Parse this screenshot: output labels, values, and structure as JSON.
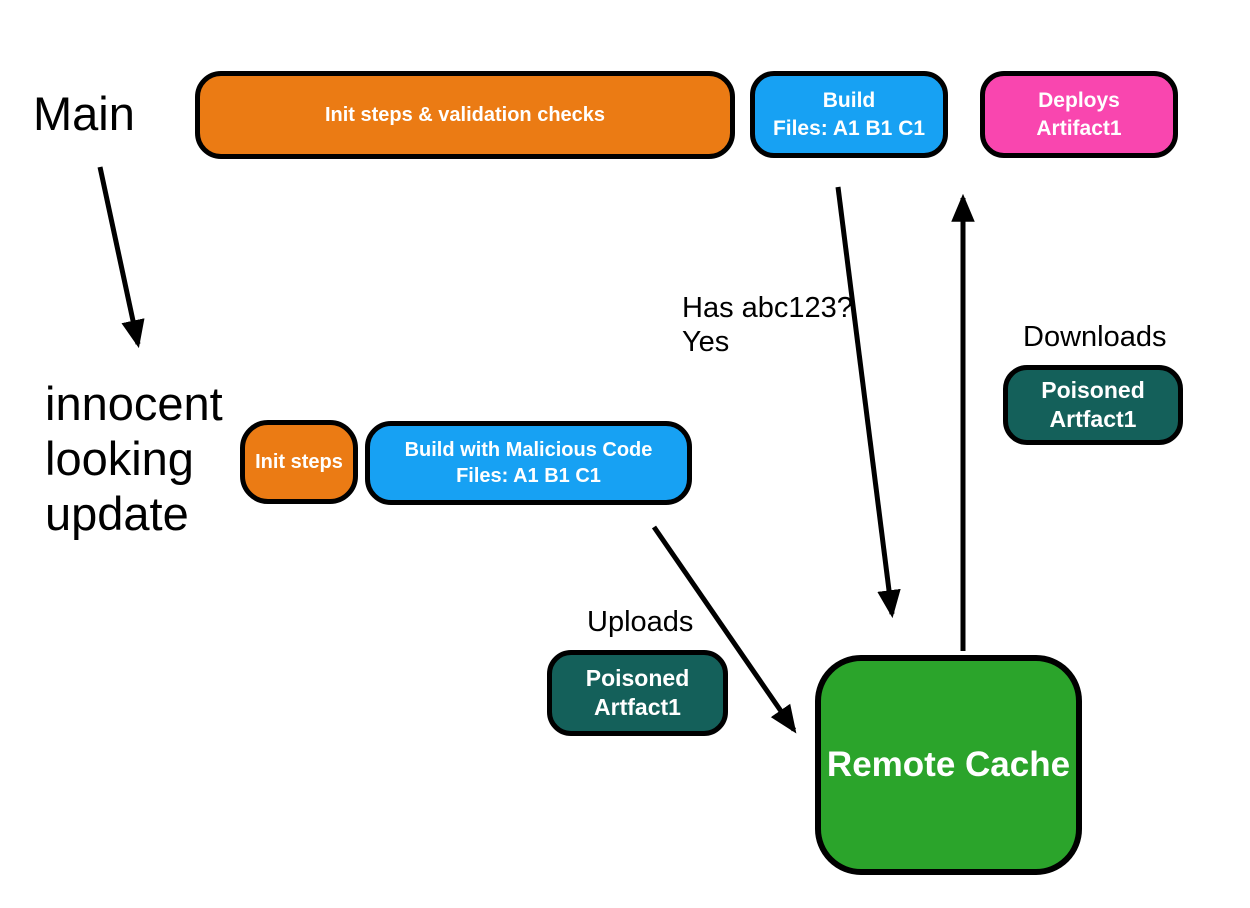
{
  "palette": {
    "background": "#ffffff",
    "border": "#000000",
    "node_text": "#ffffff",
    "label_text": "#000000",
    "orange": "#eb7b14",
    "blue": "#17a1f3",
    "pink": "#f946af",
    "teal": "#14605a",
    "green": "#2ba42b"
  },
  "branch_main": {
    "label": "Main",
    "init_validation_box": "Init steps & validation checks",
    "build_box": {
      "line1": "Build",
      "line2": "Files: A1 B1 C1"
    },
    "deploy_box": {
      "line1": "Deploys",
      "line2": "Artifact1"
    }
  },
  "branch_update": {
    "label_line1": "innocent",
    "label_line2": "looking",
    "label_line3": "update",
    "init_steps_box": "Init steps",
    "build_malicious_box": {
      "line1": "Build with Malicious Code",
      "line2": "Files: A1 B1 C1"
    }
  },
  "cache": {
    "label": "Remote Cache"
  },
  "annotations": {
    "has_hash": {
      "line1": "Has abc123?",
      "line2": "Yes"
    },
    "downloads": "Downloads",
    "uploads": "Uploads",
    "poisoned_download": {
      "line1": "Poisoned",
      "line2": "Artfact1"
    },
    "poisoned_upload": {
      "line1": "Poisoned",
      "line2": "Artfact1"
    }
  }
}
